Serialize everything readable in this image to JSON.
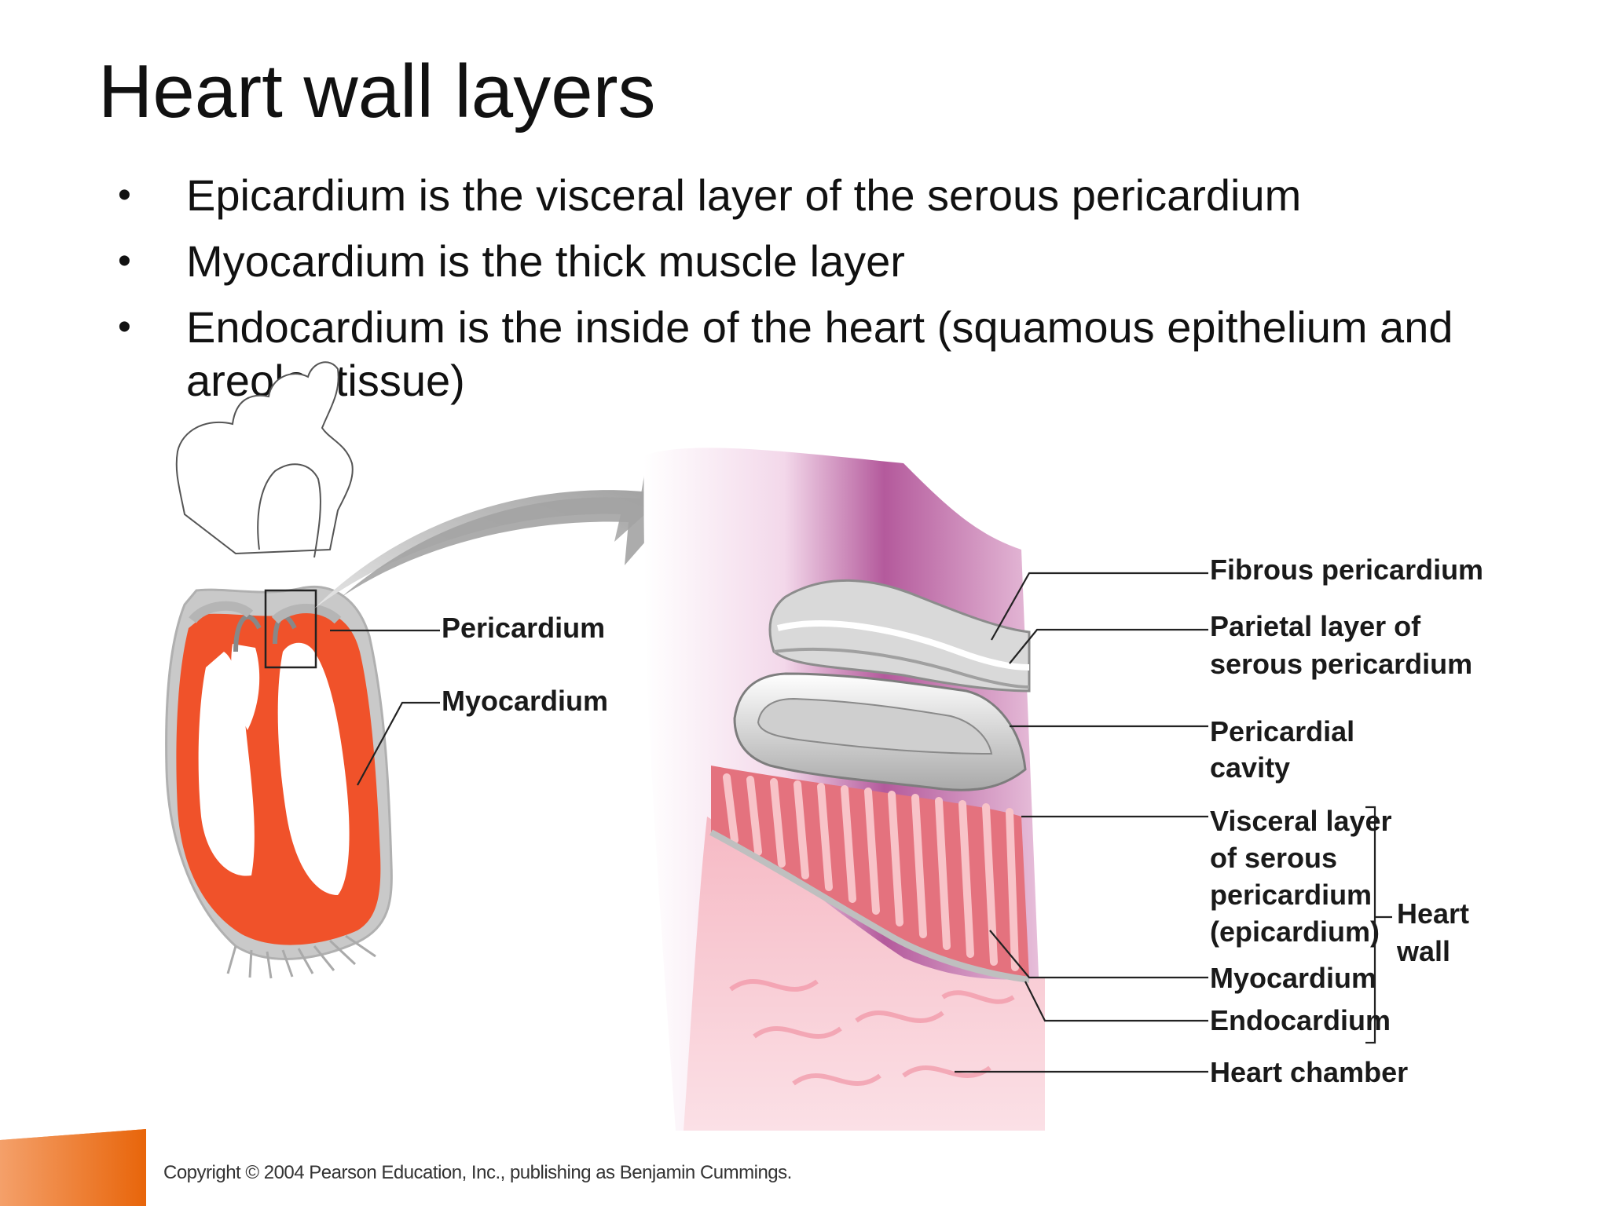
{
  "title": "Heart wall layers",
  "bullets": [
    "Epicardium is the visceral layer of the serous pericardium",
    "Myocardium is the thick muscle layer",
    "Endocardium is the inside of the heart (squamous epithelium and areolar tissue)"
  ],
  "diagram": {
    "left_labels": {
      "pericardium": "Pericardium",
      "myocardium": "Myocardium"
    },
    "right_labels": {
      "fibrous": "Fibrous pericardium",
      "parietal_1": "Parietal layer of",
      "parietal_2": "serous pericardium",
      "cavity_1": "Pericardial",
      "cavity_2": "cavity",
      "visceral_1": "Visceral layer",
      "visceral_2": "of serous",
      "visceral_3": "pericardium",
      "visceral_4": "(epicardium)",
      "myocardium": "Myocardium",
      "endocardium": "Endocardium",
      "chamber": "Heart chamber",
      "wall_1": "Heart",
      "wall_2": "wall"
    }
  },
  "copyright": "Copyright © 2004 Pearson Education, Inc., publishing as Benjamin Cummings.",
  "colors": {
    "muscle": "#f0522a",
    "membrane": "#c8c8c8",
    "tissue_purple": "#b05a9a",
    "myocardium_pink": "#e8707a",
    "accent_orange": "#e8650a"
  }
}
